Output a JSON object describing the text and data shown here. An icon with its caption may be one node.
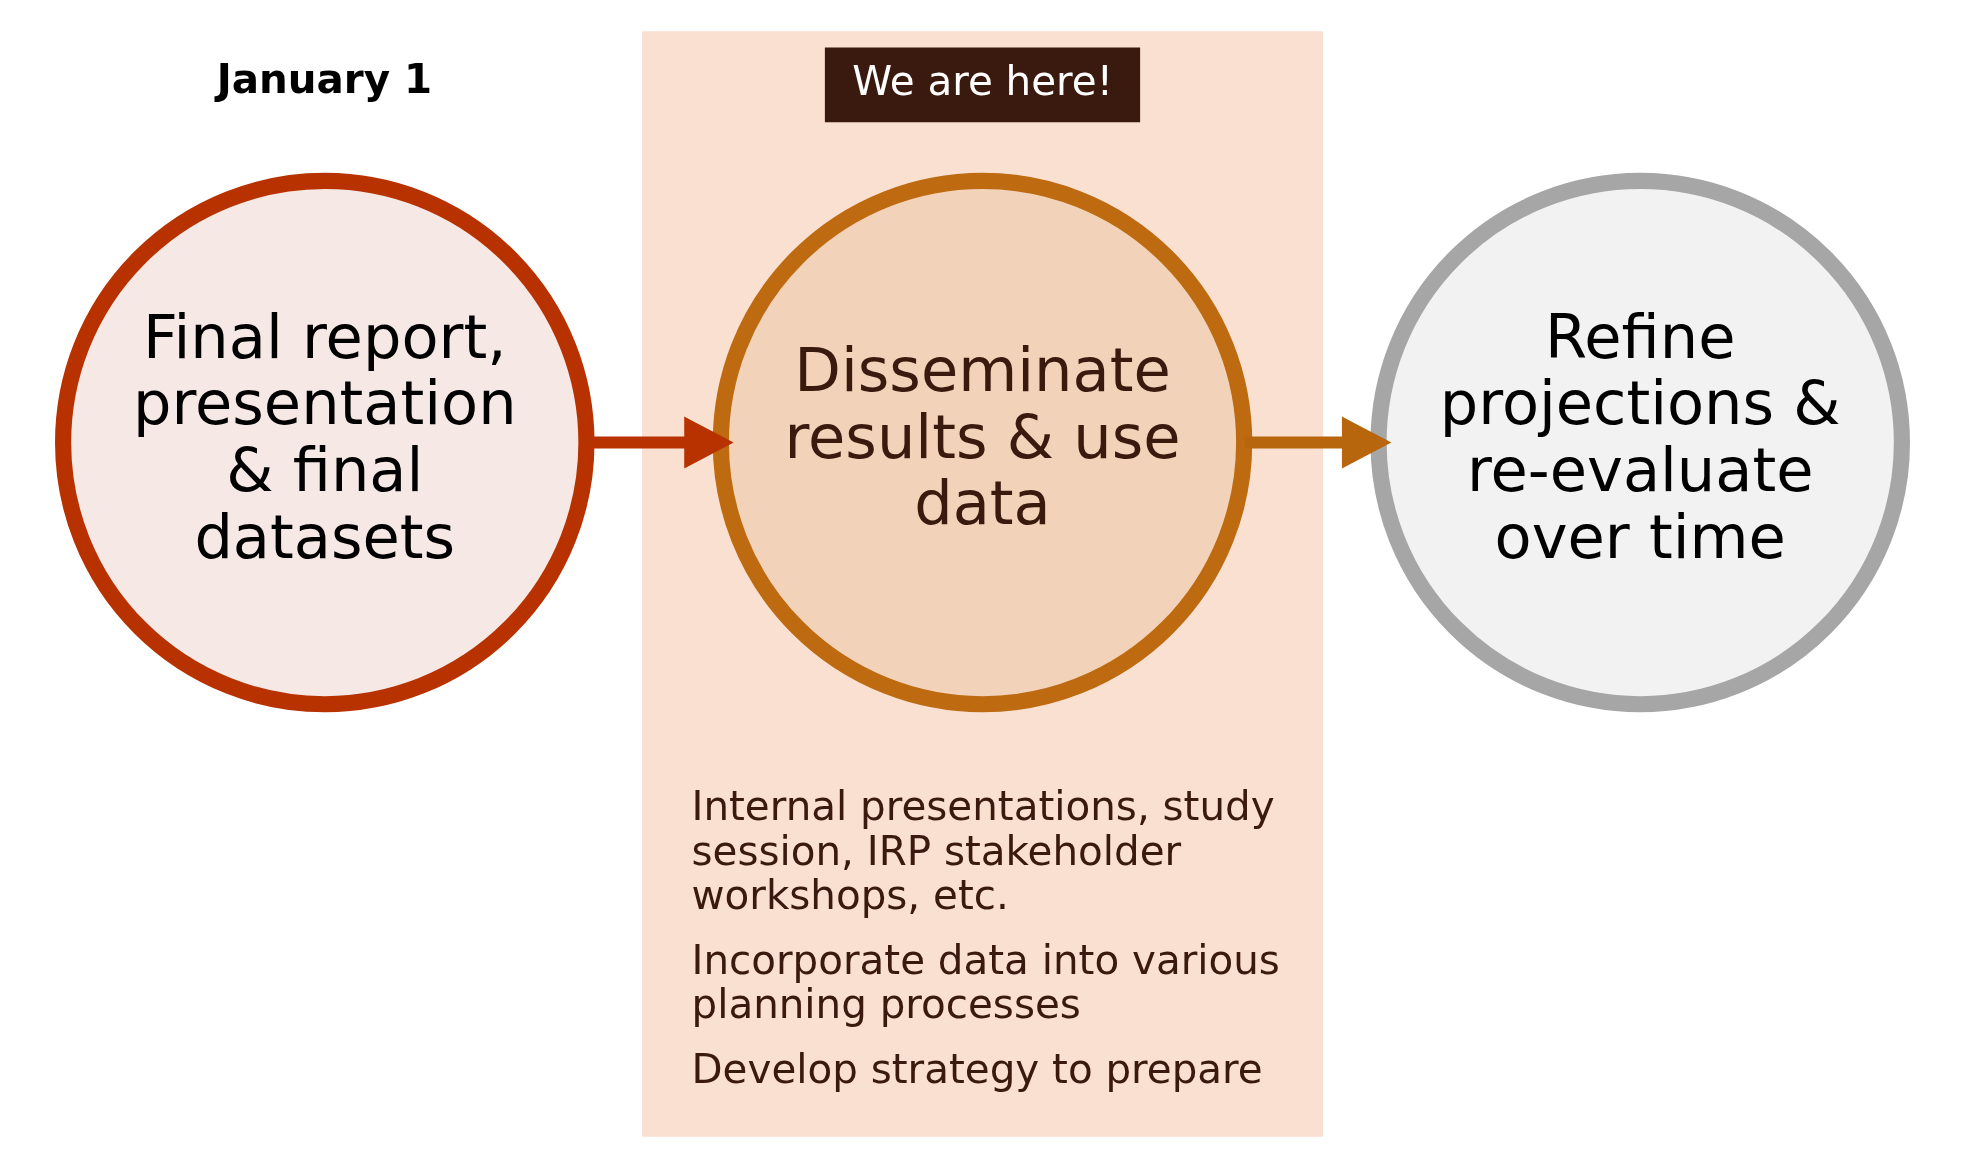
{
  "diagram": {
    "nodes": [
      {
        "text": [
          "Final report, presentation & final datasets"
        ],
        "beside": [
          "January 1"
        ]
      },
      {
        "text": [],
        "shape": "box"
      },
      {
        "text": [
          "We are here!"
        ],
        "in": 1
      },
      {
        "text": [
          "Disseminate results & use data"
        ],
        "in": 1,
        "beside": [
          "Internal presentations, study session, IRP stakeholder workshops, etc.",
          "Incorporate data into various planning processes",
          "Develop strategy to prepare"
        ]
      },
      {
        "text": [
          "Refine projections & re-evaluate over time"
        ]
      }
    ],
    "edges": [
      {
        "from": 0,
        "to": 3,
        "arrow": "to",
        "color": "#b83200"
      },
      {
        "from": 3,
        "to": 4,
        "arrow": "to",
        "color": "#b8660e"
      }
    ]
  }
}
